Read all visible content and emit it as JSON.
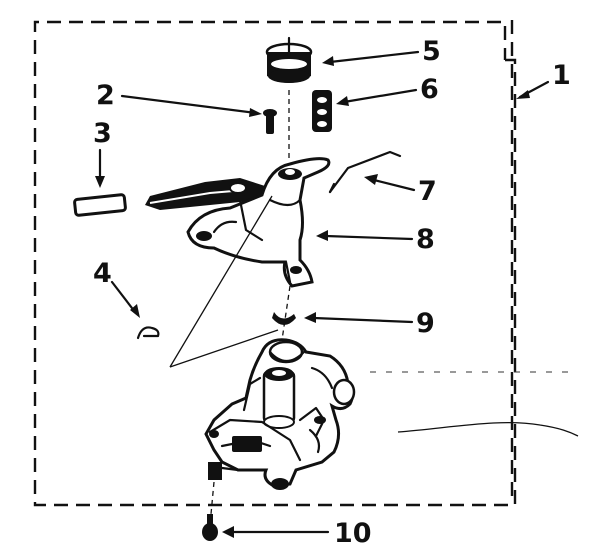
{
  "callouts": [
    {
      "id": "1",
      "text": "1"
    },
    {
      "id": "2",
      "text": "2"
    },
    {
      "id": "3",
      "text": "3"
    },
    {
      "id": "4",
      "text": "4"
    },
    {
      "id": "5",
      "text": "5"
    },
    {
      "id": "6",
      "text": "6"
    },
    {
      "id": "7",
      "text": "7"
    },
    {
      "id": "8",
      "text": "8"
    },
    {
      "id": "9",
      "text": "9"
    },
    {
      "id": "10",
      "text": "10"
    }
  ],
  "colors": {
    "ink": "#111111",
    "background": "#ffffff"
  }
}
